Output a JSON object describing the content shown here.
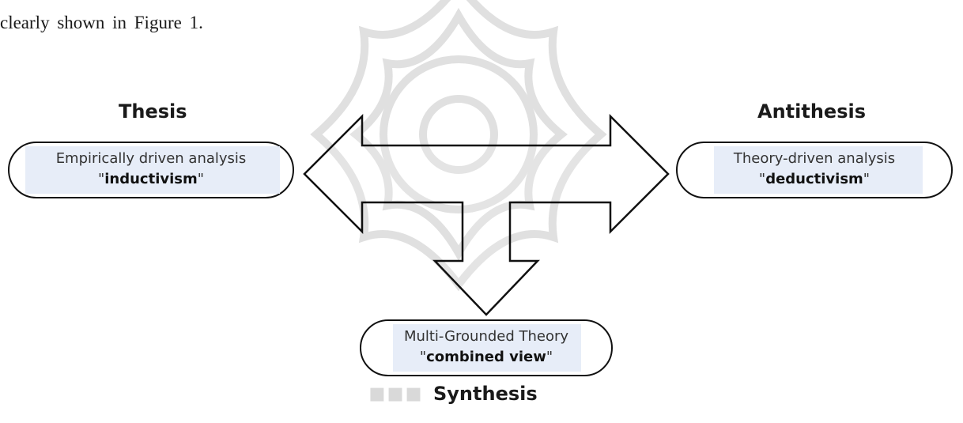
{
  "intro_text": "clearly shown in Figure 1.",
  "thesis": {
    "heading": "Thesis",
    "line1": "Empirically driven analysis",
    "term": "inductivism"
  },
  "antithesis": {
    "heading": "Antithesis",
    "line1": "Theory-driven analysis",
    "term": "deductivism"
  },
  "synthesis": {
    "heading": "Synthesis",
    "line1": "Multi-Grounded Theory",
    "term": "combined view"
  },
  "colors": {
    "box_fill": "#e7edf8",
    "stroke": "#111111",
    "watermark": "#d5d5d5"
  }
}
